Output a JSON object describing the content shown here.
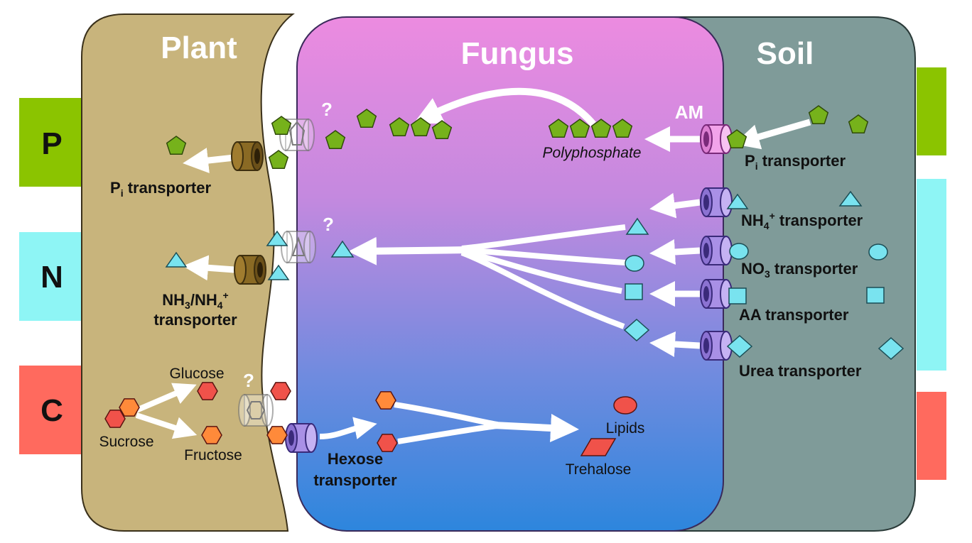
{
  "titles": {
    "plant": "Plant",
    "fungus": "Fungus",
    "soil": "Soil"
  },
  "rows": {
    "p": "P",
    "n": "N",
    "c": "C"
  },
  "question_mark": "?",
  "am_label": "AM",
  "polyphosphate": "Polyphosphate",
  "plant_transporters": {
    "pi_main": "P",
    "pi_sub": "i",
    "pi_rest": " transporter",
    "nh3_a": "NH",
    "nh3_sub3": "3",
    "nh3_b": "/NH",
    "nh3_sub4": "4",
    "nh3_sup": "+",
    "nh3_line2": "transporter"
  },
  "soil_transporters": {
    "pi_main": "P",
    "pi_sub": "i",
    "pi_rest": " transporter",
    "nh4_main": "NH",
    "nh4_sub": "4",
    "nh4_sup": "+",
    "nh4_rest": " transporter",
    "no3_main": "NO",
    "no3_sub": "3",
    "no3_rest": " transporter",
    "aa": "AA transporter",
    "urea": "Urea transporter"
  },
  "carbon": {
    "glucose": "Glucose",
    "sucrose": "Sucrose",
    "fructose": "Fructose",
    "hexose_line1": "Hexose",
    "hexose_line2": "transporter",
    "lipids": "Lipids",
    "trehalose": "Trehalose"
  },
  "colors": {
    "plant": "#c8b47c",
    "soil": "#7f9b99",
    "fungus_top": "#e98bdf",
    "fungus_bottom": "#2f86de",
    "p_row": "#8bc400",
    "n_row": "#8ef5f5",
    "c_row": "#ff6a5e",
    "pentagon": "#76b21b",
    "triangle": "#79e3ef",
    "hexagon_red": "#f0524a",
    "hexagon_orange": "#ff8a3a"
  }
}
